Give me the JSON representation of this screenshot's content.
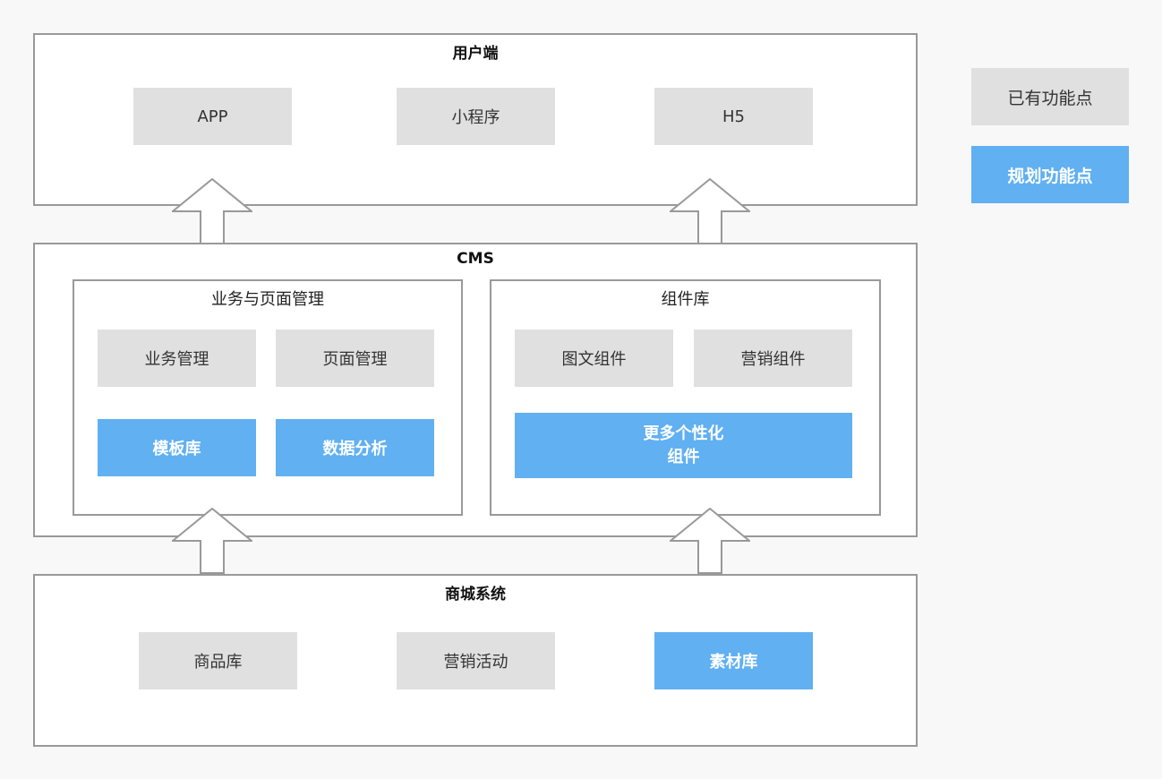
{
  "colors": {
    "existing": "#e0e0e0",
    "planned": "#60b0f2",
    "border": "#999999"
  },
  "client": {
    "title": "用户端",
    "items": [
      {
        "label": "APP",
        "status": "existing"
      },
      {
        "label": "小程序",
        "status": "existing"
      },
      {
        "label": "H5",
        "status": "existing"
      }
    ]
  },
  "cms": {
    "title": "CMS",
    "business": {
      "title": "业务与页面管理",
      "items": [
        {
          "label": "业务管理",
          "status": "existing"
        },
        {
          "label": "页面管理",
          "status": "existing"
        },
        {
          "label": "模板库",
          "status": "planned"
        },
        {
          "label": "数据分析",
          "status": "planned"
        }
      ]
    },
    "components": {
      "title": "组件库",
      "items": [
        {
          "label": "图文组件",
          "status": "existing"
        },
        {
          "label": "营销组件",
          "status": "existing"
        },
        {
          "label": "更多个性化\n组件",
          "status": "planned"
        }
      ]
    }
  },
  "mall": {
    "title": "商城系统",
    "items": [
      {
        "label": "商品库",
        "status": "existing"
      },
      {
        "label": "营销活动",
        "status": "existing"
      },
      {
        "label": "素材库",
        "status": "planned"
      }
    ]
  },
  "legend": {
    "existing_label": "已有功能点",
    "planned_label": "规划功能点"
  }
}
